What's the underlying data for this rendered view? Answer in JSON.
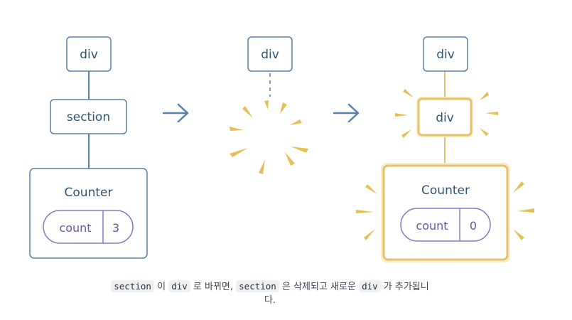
{
  "panels": {
    "before": {
      "root_label": "div",
      "child_label": "section",
      "component_label": "Counter",
      "state_name": "count",
      "state_value": "3"
    },
    "transition": {
      "root_label": "div"
    },
    "after": {
      "root_label": "div",
      "child_label": "div",
      "component_label": "Counter",
      "state_name": "count",
      "state_value": "0"
    }
  },
  "caption": {
    "code_section_1": "section",
    "text_1": "이",
    "code_div_1": "div",
    "text_2": "로 바뀌면,",
    "code_section_2": "section",
    "text_3": "은 삭제되고 새로운",
    "code_div_2": "div",
    "text_4": "가 추가됩니",
    "text_5": "다."
  },
  "colors": {
    "node_stroke": "#5b80a8",
    "node_text": "#2f5575",
    "edge": "#5b80a8",
    "arrow": "#5b7fb0",
    "state_stroke": "#8b78c7",
    "state_text": "#6a56a8",
    "highlight": "#e5c36a",
    "highlight_glow": "#f8eccc",
    "burst": "#e8bf55"
  }
}
